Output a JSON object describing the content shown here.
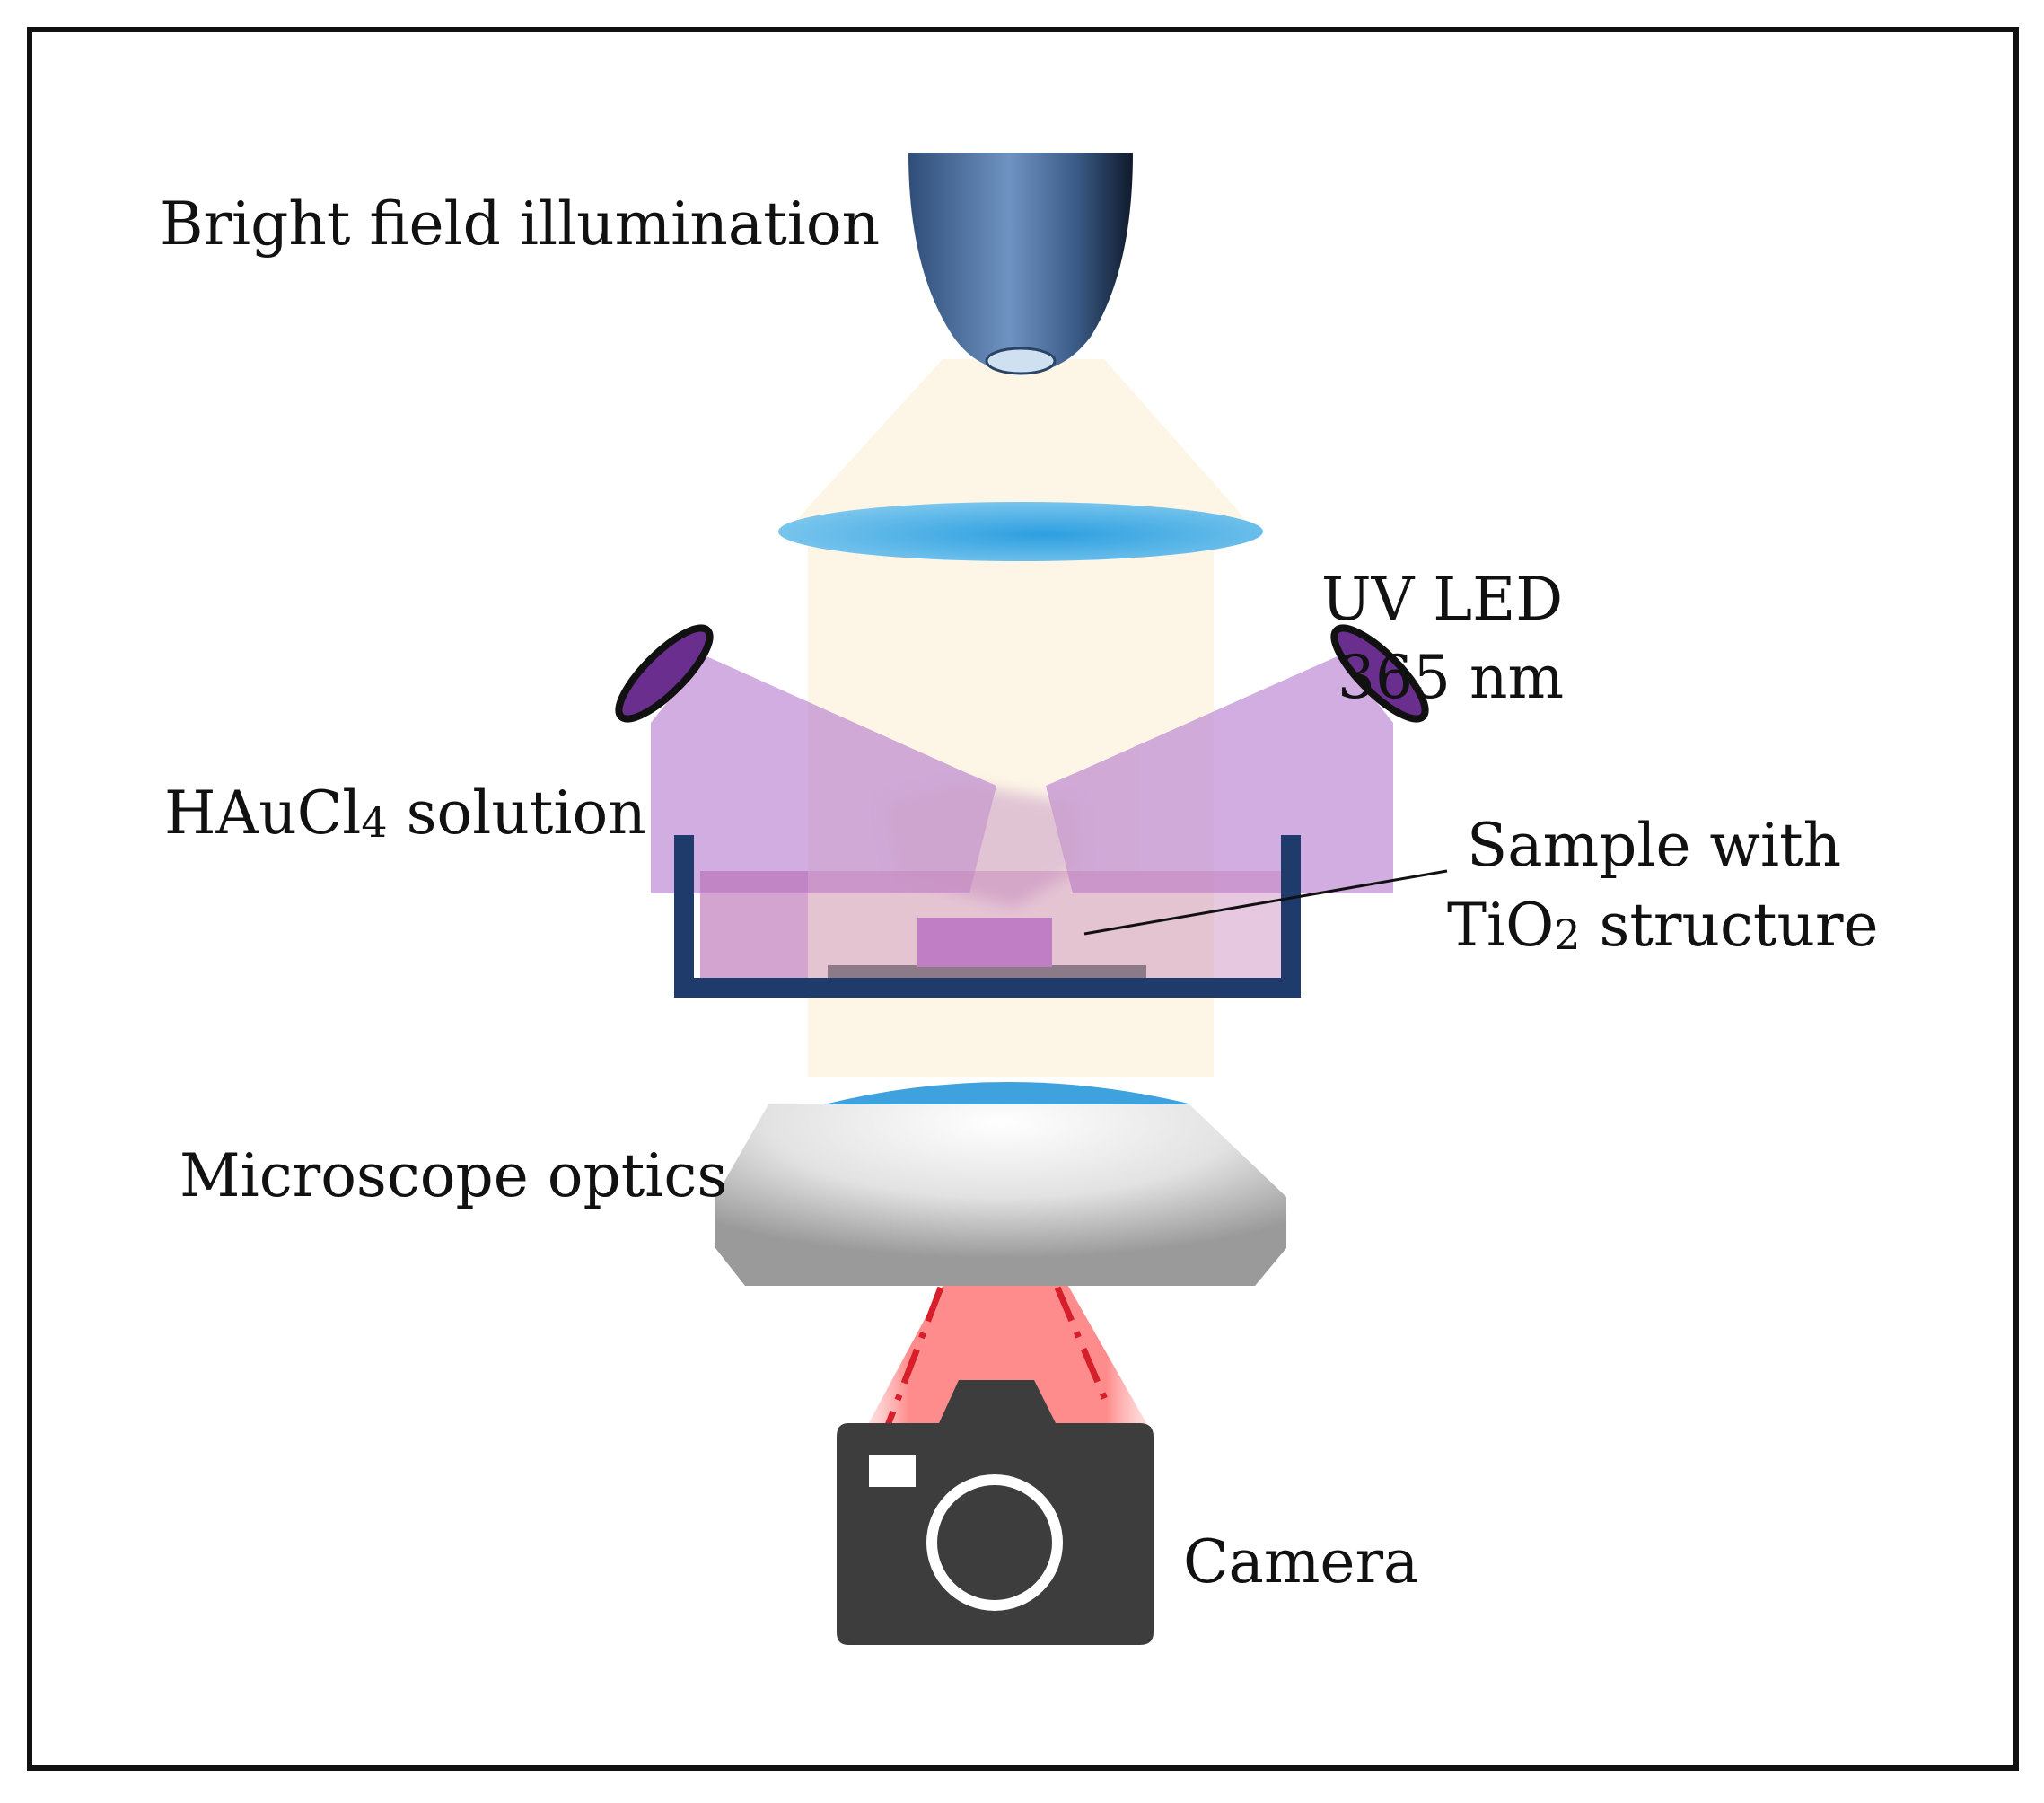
{
  "labels": {
    "bright_field": "Bright field illumination",
    "uv_led_line1": "UV LED",
    "uv_led_line2": "365 nm",
    "solution_main": "HAuCl",
    "solution_sub": "4",
    "solution_rest": " solution",
    "sample_line1": "Sample with",
    "sample_line2_main": "TiO",
    "sample_line2_sub": "2",
    "sample_line2_rest": " structure",
    "optics": "Microscope optics",
    "camera": "Camera"
  },
  "colors": {
    "frame": "#111111",
    "light_beam": "#fdf6e3",
    "uv_light": "#b77fce",
    "lens": "#3fa3dc",
    "dish": "#1f3b6b",
    "laser_red": "#ff8080",
    "camera_body": "#3d3d3d"
  },
  "icons": {
    "camera": "camera-icon",
    "condenser": "condenser-icon",
    "uv_led": "uv-led-icon"
  }
}
